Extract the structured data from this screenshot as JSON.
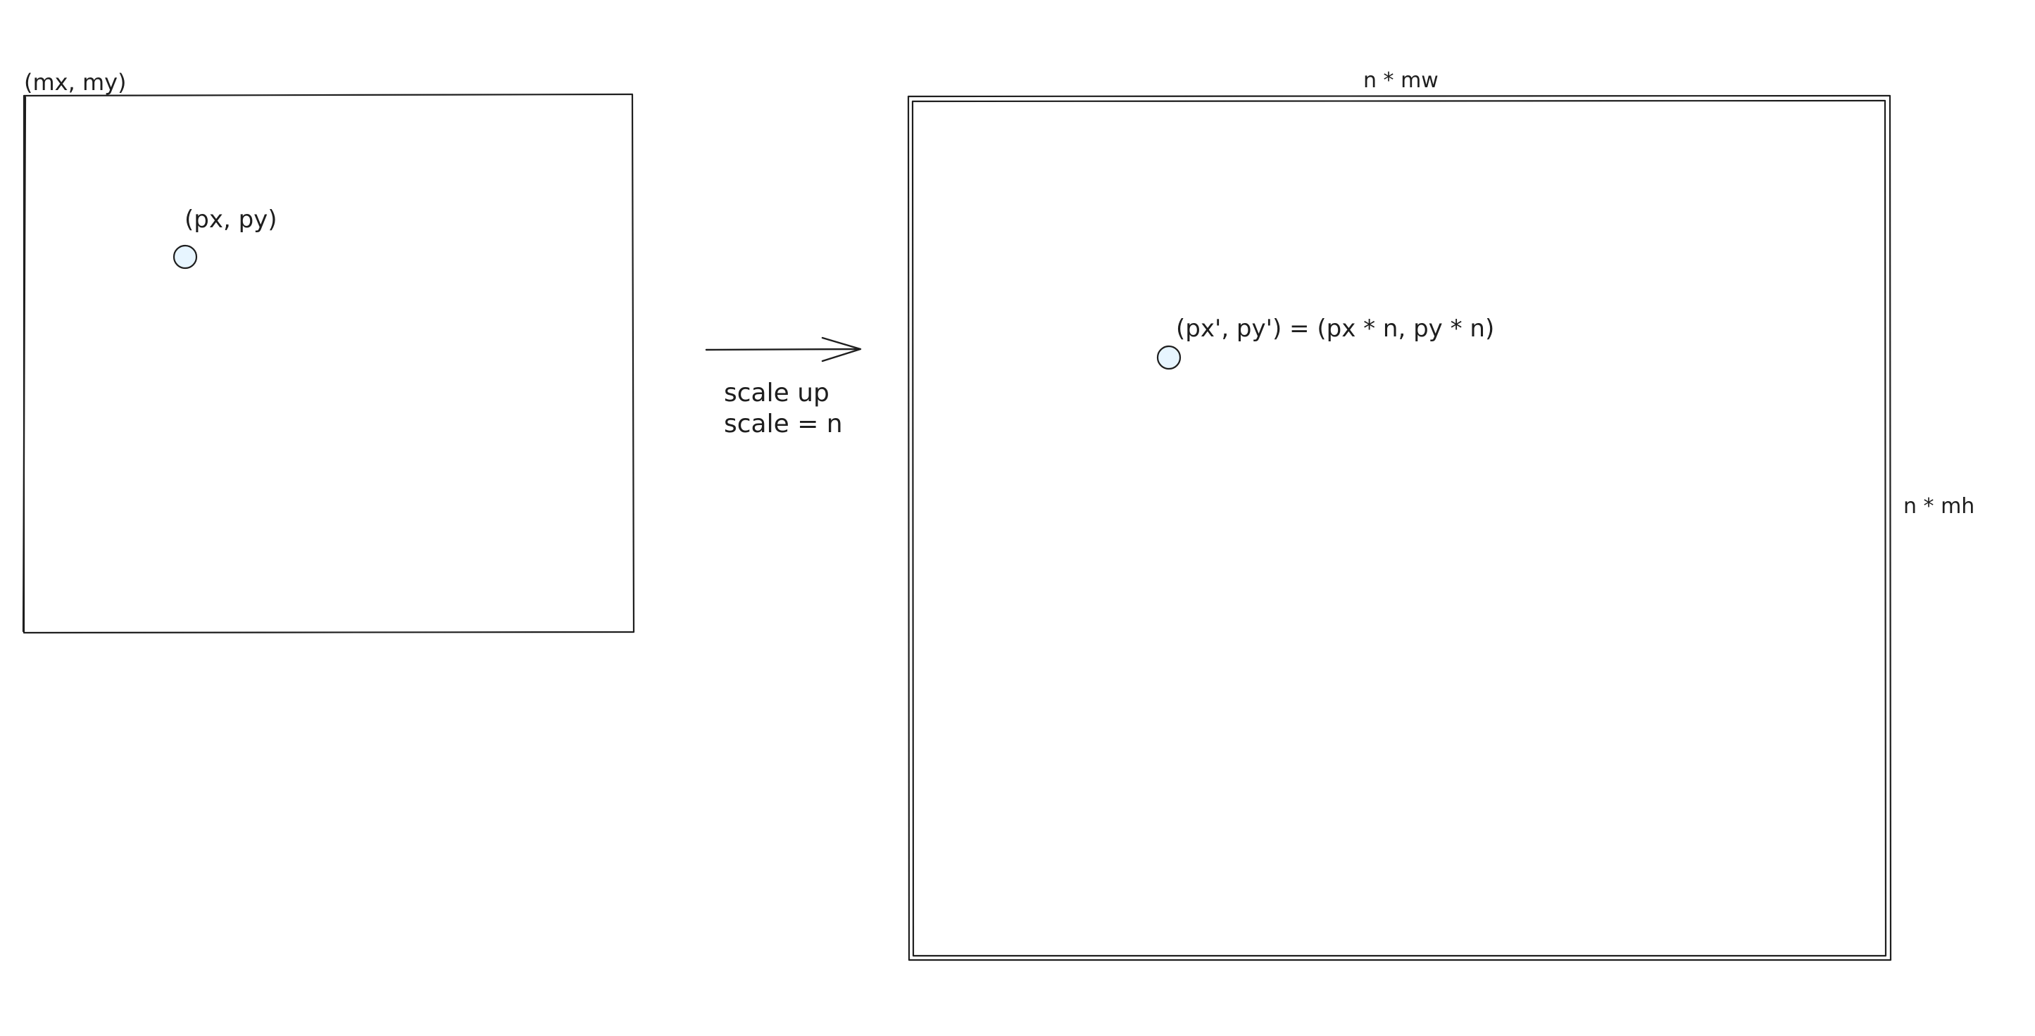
{
  "original_panel": {
    "origin_label": "(mx, my)",
    "point_label": "(px, py)"
  },
  "transform": {
    "line1": "scale up",
    "line2": "scale = n"
  },
  "scaled_panel": {
    "width_label": "n * mw",
    "height_label": "n * mh",
    "point_label": "(px', py') = (px * n, py * n)"
  },
  "colors": {
    "stroke": "#1e1e1e",
    "point_fill": "#e7f5ff",
    "background": "#ffffff"
  }
}
